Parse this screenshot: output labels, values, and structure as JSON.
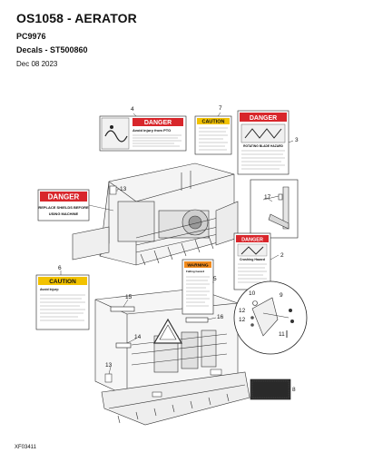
{
  "header": {
    "title": "OS1058 - AERATOR",
    "part_number": "PC9976",
    "decal_kit": "Decals - ST500860",
    "date": "Dec 08 2023"
  },
  "figure_id": "XF03411",
  "callouts": [
    "4",
    "7",
    "3",
    "13",
    "17",
    "2",
    "6",
    "5",
    "15",
    "16",
    "10",
    "9",
    "12",
    "12",
    "11",
    "14",
    "13",
    "8"
  ],
  "decals": {
    "danger_left": {
      "header": "DANGER",
      "line1": "REPLACE SHIELDS BEFORE",
      "line2": "USING MACHINE"
    },
    "danger_pto": {
      "header": "DANGER",
      "subtitle": "Avoid injury from PTO"
    },
    "caution_top": {
      "header": "CAUTION"
    },
    "danger_blades": {
      "header": "DANGER",
      "subtitle": "ROTATING BLADE HAZARD"
    },
    "danger_crush": {
      "header": "DANGER",
      "subtitle": "Crushing Hazard"
    },
    "caution_left": {
      "header": "CAUTION",
      "subtitle": "Avoid Injury:"
    },
    "warning_mid": {
      "header": "WARNING",
      "subtitle": "Falling hazard"
    }
  },
  "colors": {
    "danger": "#d8262b",
    "caution": "#f2c200",
    "warning": "#f08a1d",
    "line": "#222222"
  }
}
